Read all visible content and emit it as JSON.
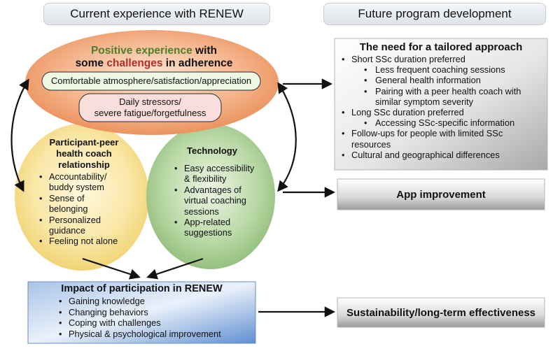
{
  "headers": {
    "left": "Current experience with RENEW",
    "right": "Future program development"
  },
  "ellipse": {
    "title_green": "Positive experience",
    "title_mid1": " with",
    "title_line2_start": "some ",
    "title_red": "challenges",
    "title_line2_end": " in adherence",
    "positive_pill": "Comfortable atmosphere/satisfaction/appreciation",
    "challenge_line1": "Daily stressors/",
    "challenge_line2": "severe fatigue/forgetfulness"
  },
  "peer_circle": {
    "title_l1": "Participant-peer",
    "title_l2": "health coach",
    "title_l3": "relationship",
    "items": [
      [
        "Accountability/",
        "buddy system"
      ],
      [
        "Sense of",
        "belonging"
      ],
      [
        "Personalized",
        "guidance"
      ],
      [
        "Feeling not alone"
      ]
    ]
  },
  "tech_circle": {
    "title": "Technology",
    "items": [
      [
        "Easy accessibility",
        "& flexibility"
      ],
      [
        "Advantages of",
        "virtual coaching",
        "sessions"
      ],
      [
        "App-related",
        "suggestions"
      ]
    ]
  },
  "impact": {
    "title": "Impact of participation in RENEW",
    "items": [
      "Gaining knowledge",
      "Changing behaviors",
      "Coping with challenges",
      "Physical & psychological improvement"
    ]
  },
  "tailored": {
    "title": "The need for a tailored approach",
    "lines": [
      {
        "level": 1,
        "text": "Short SSc duration preferred"
      },
      {
        "level": 2,
        "text": "Less frequent coaching sessions"
      },
      {
        "level": 2,
        "text": "General health information"
      },
      {
        "level": 2,
        "text": "Pairing with a peer health coach with"
      },
      {
        "level": 0,
        "text": "similar symptom severity"
      },
      {
        "level": 1,
        "text": "Long SSc duration preferred"
      },
      {
        "level": 2,
        "text": "Accessing SSc-specific information"
      },
      {
        "level": 1,
        "text": "Follow-ups for people with limited SSc"
      },
      {
        "level": 3,
        "text": "resources"
      },
      {
        "level": 1,
        "text": "Cultural and geographical differences"
      }
    ]
  },
  "app_improvement": "App improvement",
  "sustainability": "Sustainability/long-term effectiveness",
  "colors": {
    "green_text": "#4f7f2a",
    "red_text": "#b0302b",
    "ellipse_fill": "#efa171",
    "peer_fill": "#f5dc86",
    "tech_fill": "#9fc68a",
    "impact_fill": "#7fa6d8"
  }
}
